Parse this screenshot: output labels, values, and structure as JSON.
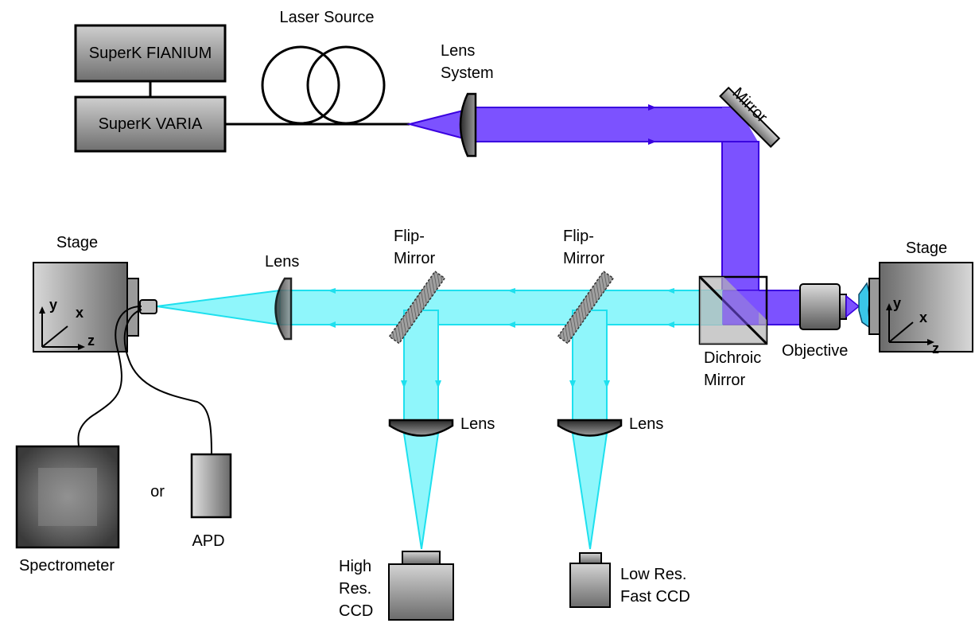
{
  "colors": {
    "laser_beam": "#7c52ff",
    "laser_edge": "#3a00e0",
    "return_beam": "#8ff6fb",
    "return_edge": "#1ee0ee",
    "component_gray": "#888888"
  },
  "source": {
    "title": "Laser Source",
    "fianium": "SuperK FIANIUM",
    "varia": "SuperK VARIA"
  },
  "labels": {
    "lens_system_1": "Lens",
    "lens_system_2": "System",
    "mirror": "Mirror",
    "stage_left": "Stage",
    "stage_right": "Stage",
    "lens_left": "Lens",
    "flip_mirror_1a": "Flip-",
    "flip_mirror_1b": "Mirror",
    "flip_mirror_2a": "Flip-",
    "flip_mirror_2b": "Mirror",
    "dichroic_1": "Dichroic",
    "dichroic_2": "Mirror",
    "objective": "Objective",
    "lens_mid_1": "Lens",
    "lens_mid_2": "Lens",
    "spectrometer": "Spectrometer",
    "or": "or",
    "apd": "APD",
    "hr_1": "High",
    "hr_2": "Res.",
    "hr_3": "CCD",
    "lr_1": "Low Res.",
    "lr_2": "Fast CCD"
  },
  "axes": {
    "y": "y",
    "x": "x",
    "z": "z"
  }
}
